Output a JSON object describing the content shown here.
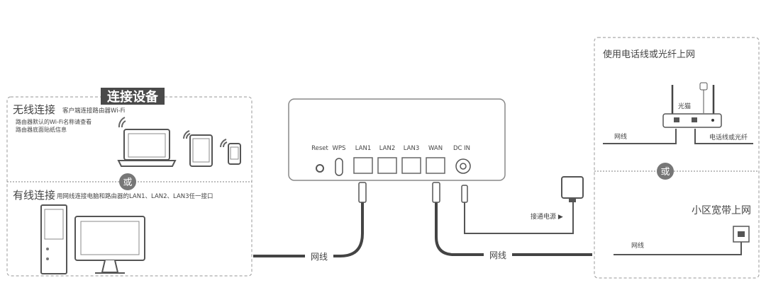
{
  "left_panel": {
    "title": "连接设备",
    "wireless": {
      "heading": "无线连接",
      "subtitle": "客户端连接路由器Wi-Fi",
      "note_line1": "路由器默认的Wi-Fi名称请查看",
      "note_line2": "路由器底面贴纸信息"
    },
    "or_label": "或",
    "wired": {
      "heading": "有线连接",
      "subtitle": "用网线连接电脑和路由器的LAN1、LAN2、LAN3任一接口"
    }
  },
  "router": {
    "ports": [
      "Reset",
      "WPS",
      "LAN1",
      "LAN2",
      "LAN3",
      "WAN",
      "DC IN"
    ],
    "lan_cable_label": "网线",
    "wan_cable_label": "网线",
    "power_label": "接通电源 ▶"
  },
  "right_panel": {
    "option1": {
      "heading": "使用电话线或光纤上网",
      "modem_label": "光猫",
      "cable_label": "网线",
      "line_label": "电话线或光纤"
    },
    "or_label": "或",
    "option2": {
      "heading": "小区宽带上网",
      "cable_label": "网线"
    }
  }
}
